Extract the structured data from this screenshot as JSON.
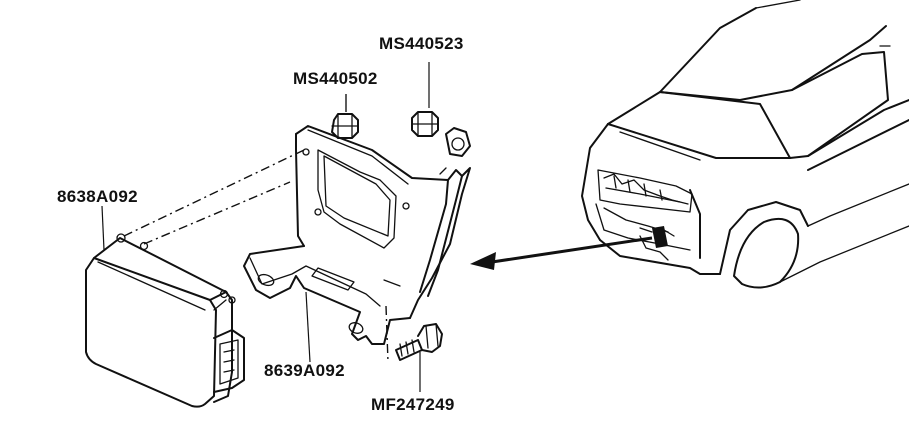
{
  "labels": {
    "nut_upper_right": "MS440523",
    "nut_upper_left": "MS440502",
    "module": "8638A092",
    "bracket": "8639A092",
    "bolt": "MF247249"
  }
}
